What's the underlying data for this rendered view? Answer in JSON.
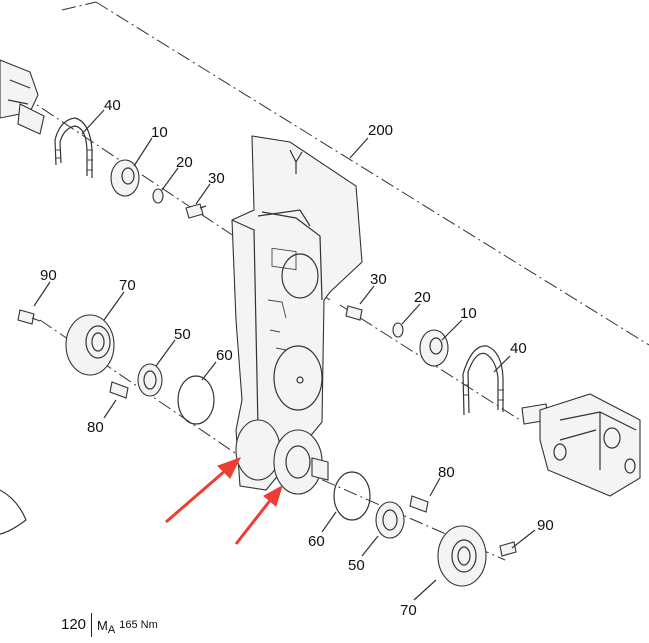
{
  "callouts": {
    "c200": "200",
    "c40_top": "40",
    "c10_top": "10",
    "c20_top": "20",
    "c30_top": "30",
    "c90_left": "90",
    "c70_left": "70",
    "c50_left": "50",
    "c60_left": "60",
    "c80_left": "80",
    "c30_right": "30",
    "c20_right": "20",
    "c10_right": "10",
    "c40_right": "40",
    "c80_right": "80",
    "c90_right": "90",
    "c60_bottom": "60",
    "c50_bottom": "50",
    "c70_bottom": "70"
  },
  "torque_note": {
    "part_number": "120",
    "symbol": "M",
    "symbol_sub": "A",
    "value": "165 Nm"
  },
  "colors": {
    "line": "#333333",
    "arrow": "#ee3d32",
    "background": "#ffffff"
  }
}
